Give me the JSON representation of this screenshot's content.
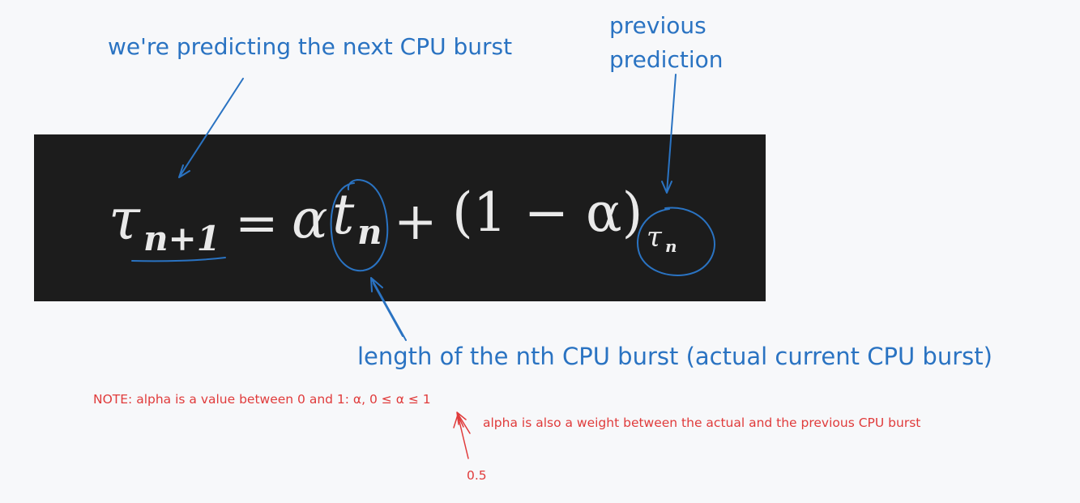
{
  "annotations": {
    "predicting": "we're predicting the next CPU burst",
    "previous_line1": "previous",
    "previous_line2": "prediction",
    "length": "length of the nth CPU burst (actual current CPU burst)",
    "alpha_note": "NOTE: alpha is a value between 0 and 1: α, 0 ≤ α ≤ 1",
    "weight_note": "alpha is also a weight between the actual and the previous CPU burst",
    "half": "0.5"
  },
  "formula": {
    "tau": "τ",
    "sub_next": "n+1",
    "equals": "=",
    "alpha": "α",
    "t": "t",
    "sub_n": "n",
    "plus": "+",
    "paren_expr": "(1 − α)",
    "tau_prev": "τ",
    "sub_prev": "n"
  },
  "colors": {
    "blue_annotation": "#2a73c2",
    "red_annotation": "#e03b3b",
    "formula_background": "#1c1c1c",
    "formula_text": "#e9e9e9",
    "page_background": "#f7f8fa"
  }
}
